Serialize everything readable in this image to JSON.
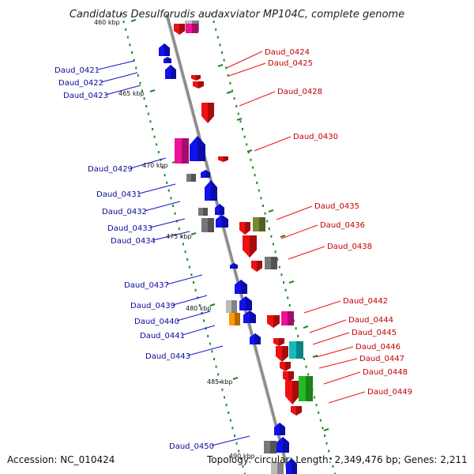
{
  "title": "Candidatus Desulforudis audaxviator MP104C, complete genome",
  "footer": {
    "accession": "Accession: NC_010424",
    "topology": "Topology: circular; Length: 2,349,476 bp; Genes: 2,211"
  },
  "kbp_ticks": [
    "460 kbp",
    "465 kbp",
    "470 kbp",
    "475 kbp",
    "480 kbp",
    "485 kbp",
    "490 kbp"
  ],
  "left_labels": [
    "Daud_0421",
    "Daud_0422",
    "Daud_0423",
    "Daud_0429",
    "Daud_0431",
    "Daud_0432",
    "Daud_0433",
    "Daud_0434",
    "Daud_0437",
    "Daud_0439",
    "Daud_0440",
    "Daud_0441",
    "Daud_0443",
    "Daud_0450"
  ],
  "right_labels": [
    "Daud_0424",
    "Daud_0425",
    "Daud_0428",
    "Daud_0430",
    "Daud_0435",
    "Daud_0436",
    "Daud_0438",
    "Daud_0442",
    "Daud_0444",
    "Daud_0445",
    "Daud_0446",
    "Daud_0447",
    "Daud_0448",
    "Daud_0449"
  ],
  "colors": {
    "backbone": "#8c8c8c",
    "forward_gene": "#ee1111",
    "reverse_gene": "#1111ee",
    "rna_gene": "#ee1199",
    "pseudo_gene": "#777777",
    "light_gene": "#bbbbbb",
    "green_gene": "#22bb22",
    "olive_gene": "#778833",
    "cyan_gene": "#11bbbb",
    "orange_gene": "#ff9900",
    "tick": "#228822"
  }
}
